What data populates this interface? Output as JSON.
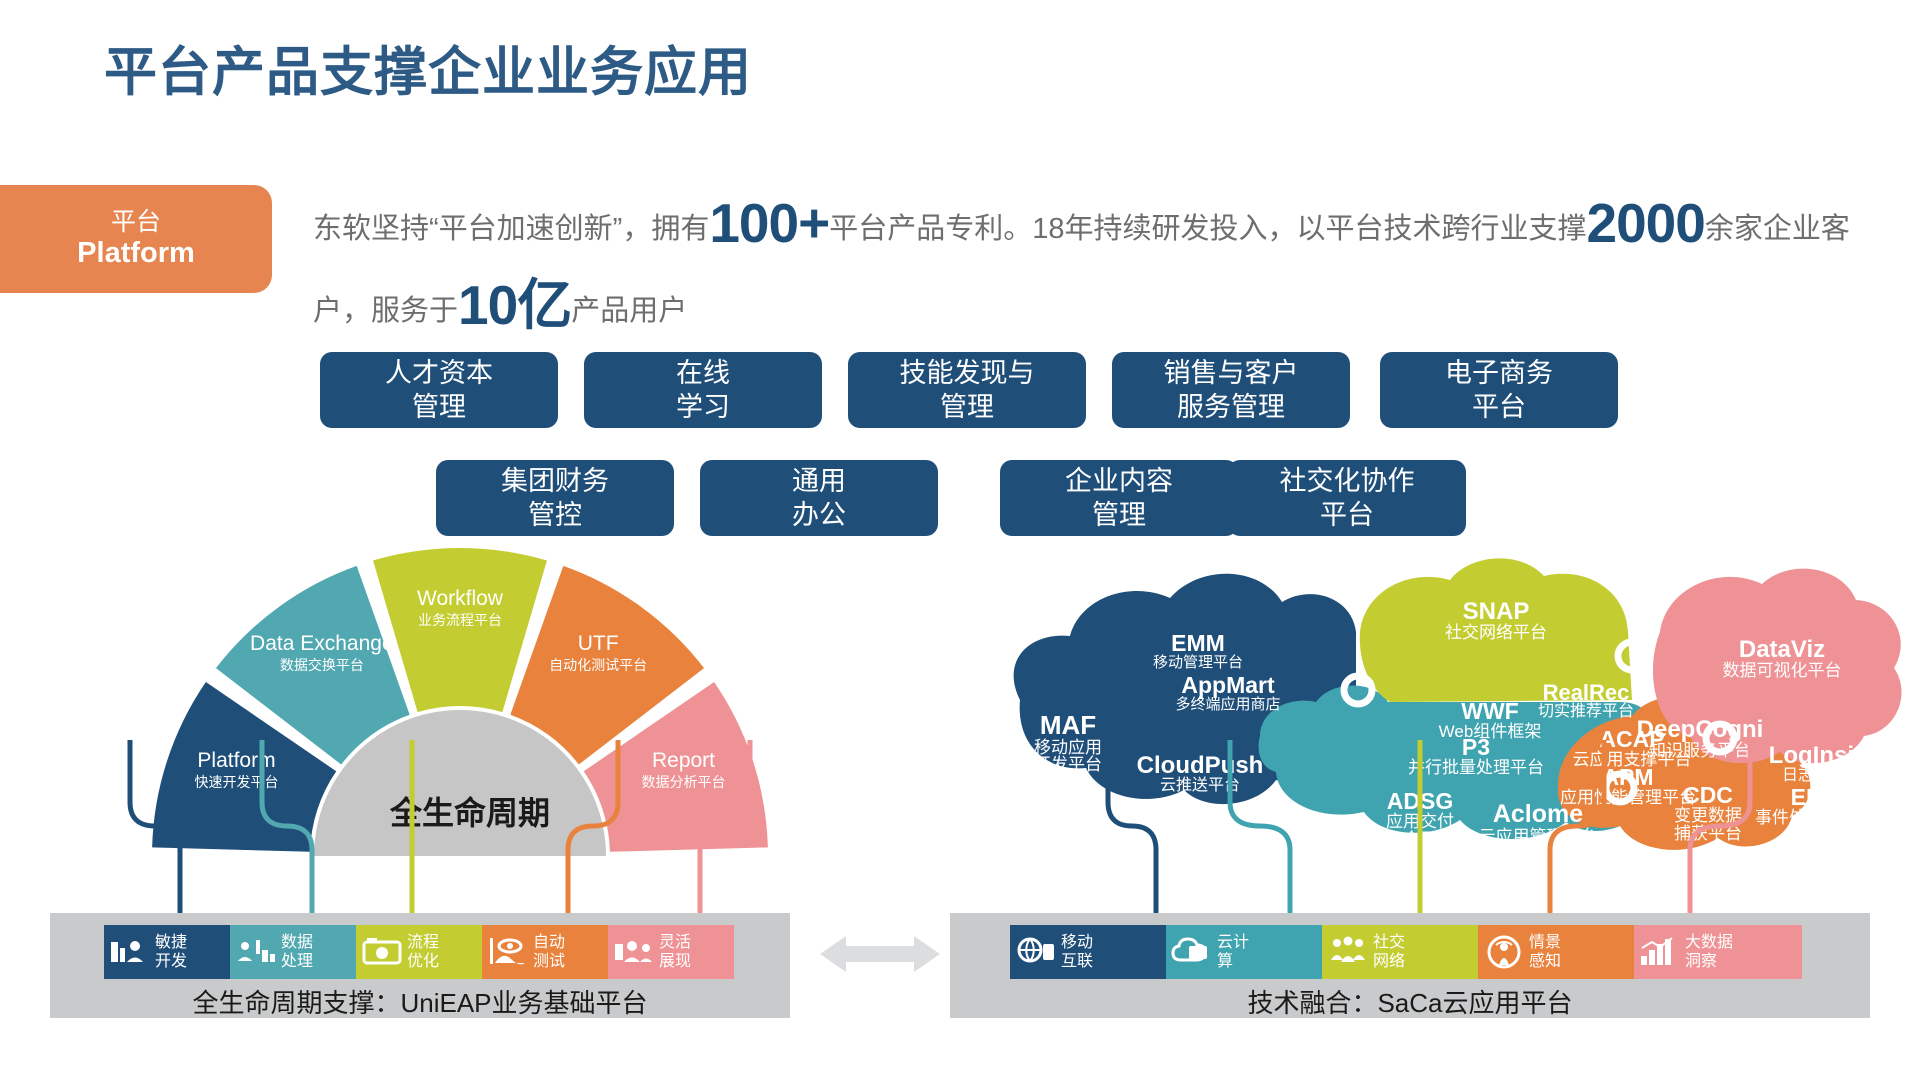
{
  "title": "平台产品支撑企业业务应用",
  "badge": {
    "cn": "平台",
    "en": "Platform"
  },
  "paragraph": {
    "seg1": "东软坚持“平台加速创新”，拥有",
    "big1": "100+",
    "seg2": "平台产品专利。18年持续研发投入，以平台",
    "seg3": "技术跨行业支撑",
    "big2": "2000",
    "seg4": "余家企业客户，服务于",
    "big3": "10亿",
    "seg5": "产品用户"
  },
  "app_boxes_row1": [
    {
      "line1": "人才资本",
      "line2": "管理"
    },
    {
      "line1": "在线",
      "line2": "学习"
    },
    {
      "line1": "技能发现与",
      "line2": "管理"
    },
    {
      "line1": "销售与客户",
      "line2": "服务管理"
    },
    {
      "line1": "电子商务",
      "line2": "平台"
    }
  ],
  "app_boxes_row2": [
    {
      "line1": "集团财务",
      "line2": "管控"
    },
    {
      "line1": "通用",
      "line2": "办公"
    },
    {
      "line1": "企业内容",
      "line2": "管理"
    },
    {
      "line1": "社交化协作",
      "line2": "平台"
    }
  ],
  "fan": {
    "core": "全生命周期",
    "core_color": "#c6c6c6",
    "segments": [
      {
        "en": "Platform",
        "cn": "快速开发平台",
        "color": "#1f4e79"
      },
      {
        "en": "Data Exchange",
        "cn": "数据交换平台",
        "color": "#51a8b1"
      },
      {
        "en": "Workflow",
        "cn": "业务流程平台",
        "color": "#c3cd31"
      },
      {
        "en": "UTF",
        "cn": "自动化测试平台",
        "color": "#e8823c"
      },
      {
        "en": "Report",
        "cn": "数据分析平台",
        "color": "#ee9295"
      }
    ]
  },
  "cloud": {
    "regions": [
      {
        "name": "mobile",
        "color": "#1f4e79"
      },
      {
        "name": "cloud",
        "color": "#40a4b0"
      },
      {
        "name": "social",
        "color": "#c3cd31"
      },
      {
        "name": "context",
        "color": "#e8823c"
      },
      {
        "name": "bigdata",
        "color": "#ee9295"
      }
    ],
    "items": [
      {
        "en": "MAF",
        "cn": "移动应用\n开发平台",
        "group": "mobile"
      },
      {
        "en": "EMM",
        "cn": "移动管理平台",
        "group": "mobile"
      },
      {
        "en": "AppMart",
        "cn": "多终端应用商店",
        "group": "mobile"
      },
      {
        "en": "CloudPush",
        "cn": "云推送平台",
        "group": "mobile"
      },
      {
        "en": "SNAP",
        "cn": "社交网络平台",
        "group": "social"
      },
      {
        "en": "WWF",
        "cn": "Web组件框架",
        "group": "cloud"
      },
      {
        "en": "P3",
        "cn": "并行批量处理平台",
        "group": "cloud"
      },
      {
        "en": "ADSG",
        "cn": "应用交付\n安全网关",
        "group": "cloud"
      },
      {
        "en": "Aclome",
        "cn": "云应用管理平台",
        "group": "cloud"
      },
      {
        "en": "ACAP",
        "cn": "云应用支撑平台",
        "group": "cloud"
      },
      {
        "en": "APM",
        "cn": "应用性能管理平台",
        "group": "cloud"
      },
      {
        "en": "RealRec",
        "cn": "切实推荐平台",
        "group": "social"
      },
      {
        "en": "DataViz",
        "cn": "数据可视化平台",
        "group": "bigdata"
      },
      {
        "en": "DeepCogni",
        "cn": "知识服务平台",
        "group": "context"
      },
      {
        "en": "LogInsight",
        "cn": "日志分析平台",
        "group": "bigdata"
      },
      {
        "en": "CDC",
        "cn": "变更数据\n捕获平台",
        "group": "context"
      },
      {
        "en": "EP",
        "cn": "事件处理平台",
        "group": "context"
      }
    ]
  },
  "left_strip": {
    "caption": "全生命周期支撑：UniEAP业务基础平台",
    "tiles": [
      {
        "line1": "敏捷",
        "line2": "开发",
        "color": "#1f4e79",
        "icon": "agile-dev-icon"
      },
      {
        "line1": "数据",
        "line2": "处理",
        "color": "#51a8b1",
        "icon": "data-process-icon"
      },
      {
        "line1": "流程",
        "line2": "优化",
        "color": "#c3cd31",
        "icon": "process-optimize-icon"
      },
      {
        "line1": "自动",
        "line2": "测试",
        "color": "#e8823c",
        "icon": "auto-test-icon"
      },
      {
        "line1": "灵活",
        "line2": "展现",
        "color": "#ee9295",
        "icon": "flexible-display-icon"
      }
    ]
  },
  "right_strip": {
    "caption": "技术融合：SaCa云应用平台",
    "tiles": [
      {
        "line1": "移动",
        "line2": "互联",
        "color": "#1f4e79",
        "icon": "mobile-internet-icon"
      },
      {
        "line1": "云计",
        "line2": "算",
        "color": "#40a4b0",
        "icon": "cloud-computing-icon"
      },
      {
        "line1": "社交",
        "line2": "网络",
        "color": "#c3cd31",
        "icon": "social-network-icon"
      },
      {
        "line1": "情景",
        "line2": "感知",
        "color": "#e8823c",
        "icon": "context-aware-icon"
      },
      {
        "line1": "大数据",
        "line2": "洞察",
        "color": "#ee9295",
        "icon": "big-data-insight-icon"
      }
    ]
  },
  "colors": {
    "title": "#2e5b86",
    "badge": "#e6854f",
    "box_blue": "#1f4e79",
    "strip_gray": "#c9cacb",
    "arrow_gray": "#dcdddf"
  }
}
